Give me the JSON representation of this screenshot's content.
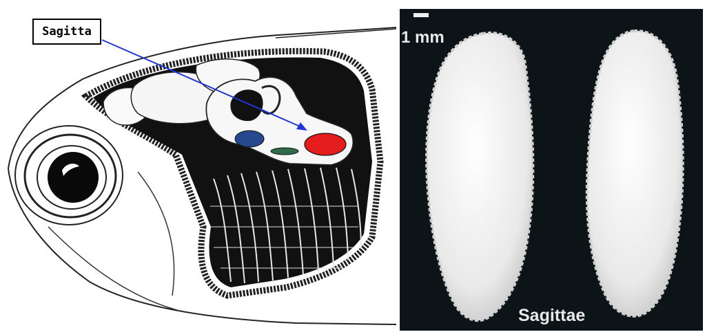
{
  "drawing": {
    "callout_label": "Sagitta",
    "arrow_color": "#2236d6",
    "sagitta_color": "#e51d1d",
    "blue_otolith_color": "#27488f",
    "green_otolith_color": "#2f6b4a"
  },
  "photo": {
    "scale_label": "1 mm",
    "caption": "Sagittae",
    "background_color": "#0c1417",
    "otolith_color": "#ececec"
  }
}
